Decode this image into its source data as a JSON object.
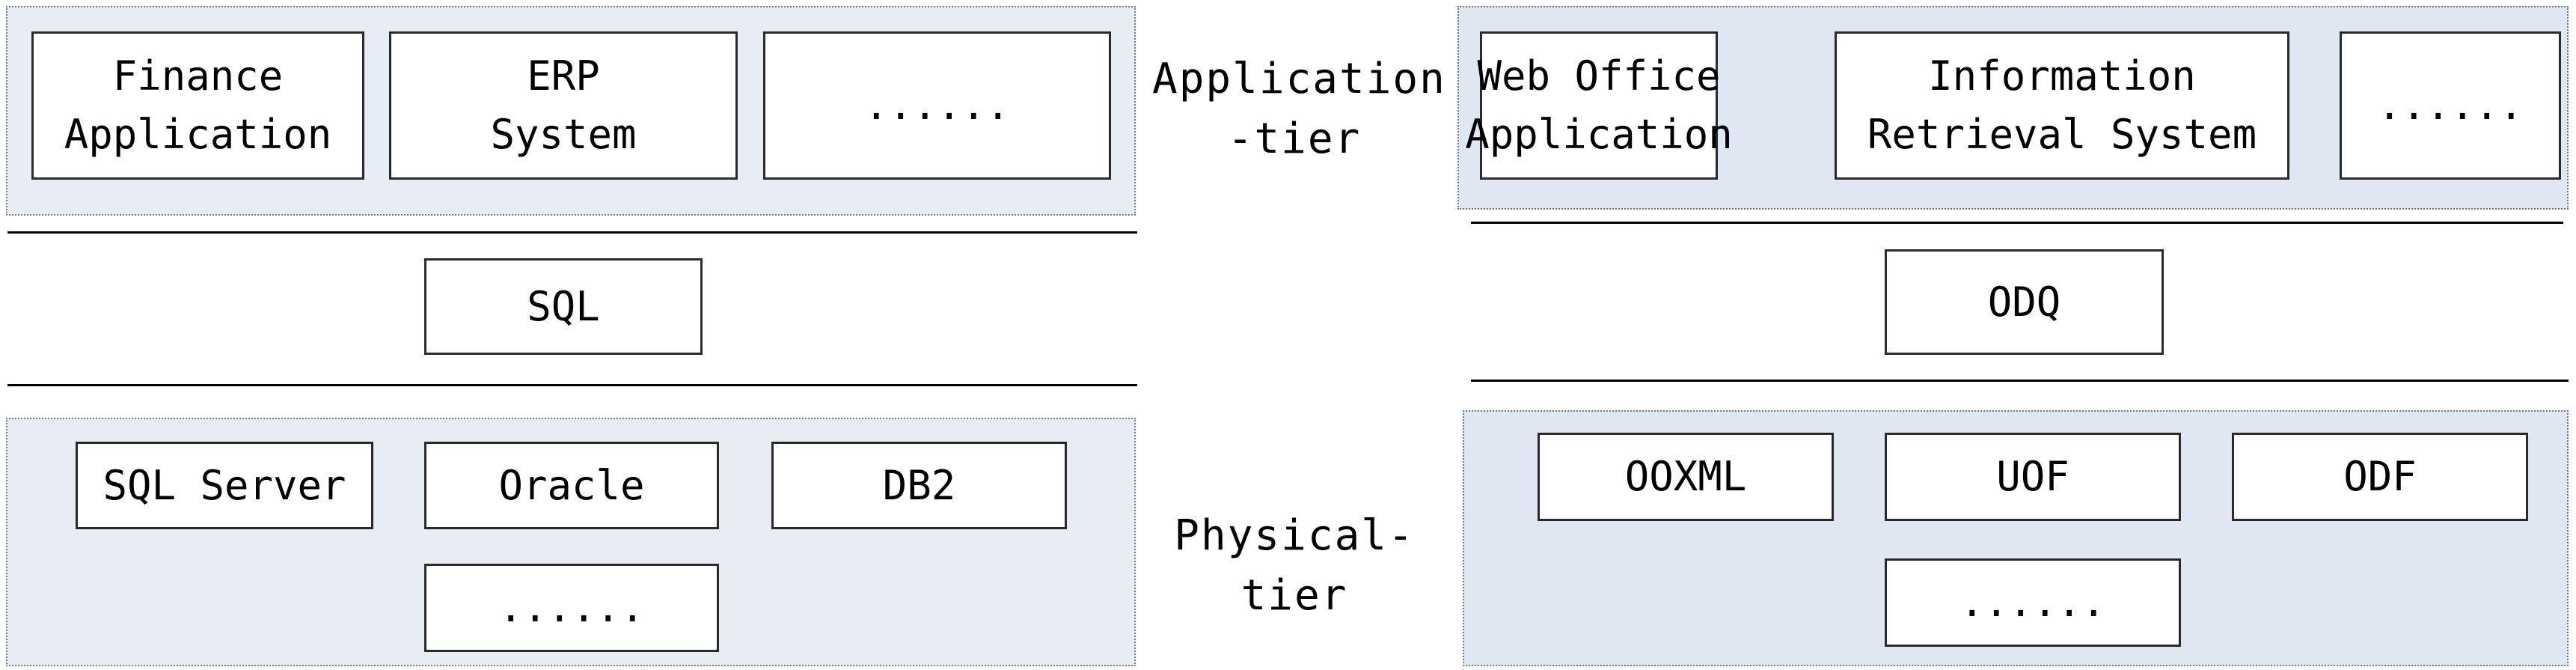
{
  "left": {
    "applications": [
      "Finance\nApplication",
      "ERP\nSystem",
      "......"
    ],
    "interface": "SQL",
    "storage": [
      "SQL Server",
      "Oracle",
      "DB2",
      "......"
    ]
  },
  "right": {
    "applications": [
      "Web Office\nApplication",
      "Information\nRetrieval System",
      "......"
    ],
    "interface": "ODQ",
    "storage": [
      "OOXML",
      "UOF",
      "ODF",
      "......"
    ]
  },
  "tiers": {
    "application": "Application\n-tier",
    "physical": "Physical-\ntier"
  },
  "colors": {
    "panel_fill_left": "#e8edf3",
    "panel_fill_right": "#dfe7f2",
    "border": "#2a2a2a"
  }
}
